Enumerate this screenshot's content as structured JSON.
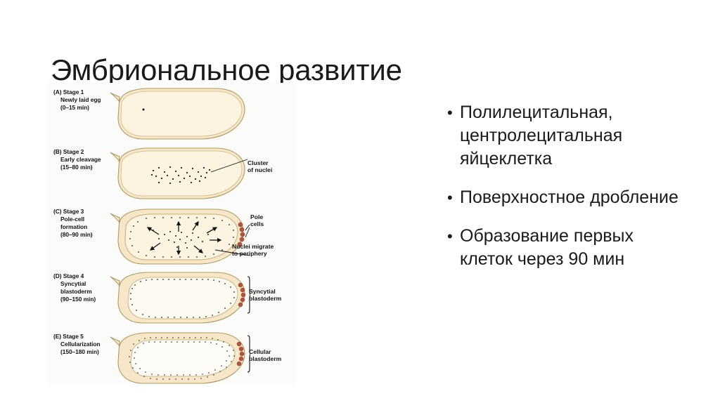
{
  "slide": {
    "title": "Эмбриональное развитие"
  },
  "figure": {
    "background_color": "#fbfbfa",
    "egg_fill": "#f6e7c8",
    "egg_inner_fill": "#fcf3e0",
    "egg_outline": "#b09a5e",
    "pole_cell_color": "#b5543a",
    "nucleus_color": "#1a1a1a",
    "stages": [
      {
        "id": "stage-1",
        "label": "(A) Stage 1",
        "name": "Newly laid egg",
        "time": "(0–15 min)",
        "nuclei": "single",
        "annotations": []
      },
      {
        "id": "stage-2",
        "label": "(B) Stage 2",
        "name": "Early cleavage",
        "time": "(15–80 min)",
        "nuclei": "central-cluster",
        "annotations": [
          {
            "id": "cluster-of-nuclei",
            "lines": [
              "Cluster",
              "of nuclei"
            ]
          }
        ]
      },
      {
        "id": "stage-3",
        "label": "(C) Stage 3",
        "name": "Pole-cell formation",
        "name_lines": [
          "Pole-cell",
          "formation"
        ],
        "time": "(80–90 min)",
        "nuclei": "migrating",
        "annotations": [
          {
            "id": "pole-cells",
            "lines": [
              "Pole",
              "cells"
            ]
          },
          {
            "id": "nuclei-migrate",
            "lines": [
              "Nuclei migrate",
              "to periphery"
            ]
          }
        ]
      },
      {
        "id": "stage-4",
        "label": "(D) Stage 4",
        "name": "Syncytial blastoderm",
        "name_lines": [
          "Syncytial",
          "blastoderm"
        ],
        "time": "(90–150 min)",
        "nuclei": "peripheral-ring",
        "annotations": [
          {
            "id": "syncytial-blastoderm",
            "lines": [
              "Syncytial",
              "blastoderm"
            ]
          }
        ]
      },
      {
        "id": "stage-5",
        "label": "(E) Stage 5",
        "name": "Cellularization",
        "time": "(150–180 min)",
        "nuclei": "cellularized-ring",
        "annotations": [
          {
            "id": "cellular-blastoderm",
            "lines": [
              "Cellular",
              "blastoderm"
            ]
          }
        ]
      }
    ]
  },
  "bullets": {
    "marker": "•",
    "items": [
      {
        "id": "bullet-1",
        "text": "Полилецитальная, центролецитальная яйцеклетка"
      },
      {
        "id": "bullet-2",
        "text": "Поверхностное дробление"
      },
      {
        "id": "bullet-3",
        "text": "Образование первых клеток через 90 мин"
      }
    ]
  }
}
